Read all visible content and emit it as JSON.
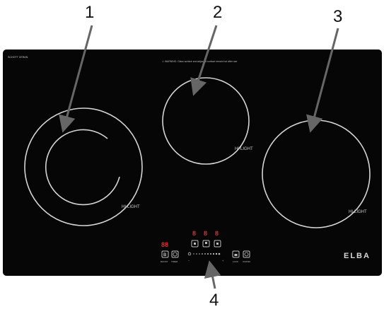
{
  "callouts": [
    "1",
    "2",
    "3",
    "4"
  ],
  "brand_top_left": "SCHOTT CERAN",
  "warning_text": "⚠ WARNING: Glass surface and adjacent surface remain hot after use",
  "zones": [
    {
      "id": 1,
      "label": "HI-LIGHT"
    },
    {
      "id": 2,
      "label": "HI-LIGHT"
    },
    {
      "id": 3,
      "label": "HI-LIGHT"
    }
  ],
  "controls": {
    "zone_displays": [
      "8",
      "8",
      "8"
    ],
    "timer_display": "88",
    "boost_label": "BOOST",
    "timer_label": "TIMER",
    "lock_label": "LOCK",
    "on_off_label": "ON/OFF",
    "slider_min": "−",
    "slider_max": "+"
  },
  "brand_logo": "ELBA",
  "colors": {
    "glass": "#060606",
    "ring": "#d4d4d4",
    "display": "#e02a2a",
    "control": "#bfbfbf"
  }
}
